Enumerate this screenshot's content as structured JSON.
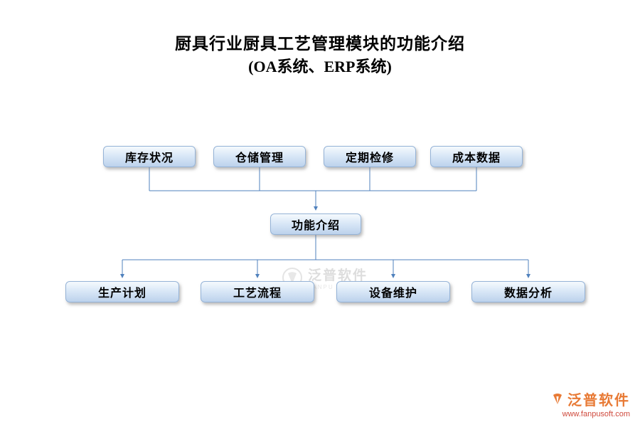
{
  "title": {
    "line1": "厨具行业厨具工艺管理模块的功能介绍",
    "line2": "(OA系统、ERP系统)"
  },
  "diagram": {
    "type": "flowchart",
    "top_row": [
      "库存状况",
      "仓储管理",
      "定期检修",
      "成本数据"
    ],
    "center": "功能介绍",
    "bottom_row": [
      "生产计划",
      "工艺流程",
      "设备维护",
      "数据分析"
    ],
    "structure": "four top nodes merge into center node; center node branches with arrows to four bottom nodes"
  },
  "watermark": {
    "text": "泛普软件",
    "subtext": "FANPU SOFTWARE"
  },
  "footer": {
    "brand": "泛普软件",
    "url": "www.fanpusoft.com"
  },
  "colors": {
    "connector_line": "#4f81bd",
    "node_border": "#95b3d7",
    "node_fill_top": "#f5fafd",
    "node_fill_bottom": "#bcd2ec",
    "brand_orange": "#e87a35",
    "url_red": "#cf4a3d",
    "watermark_gray": "#c3c3c3"
  }
}
